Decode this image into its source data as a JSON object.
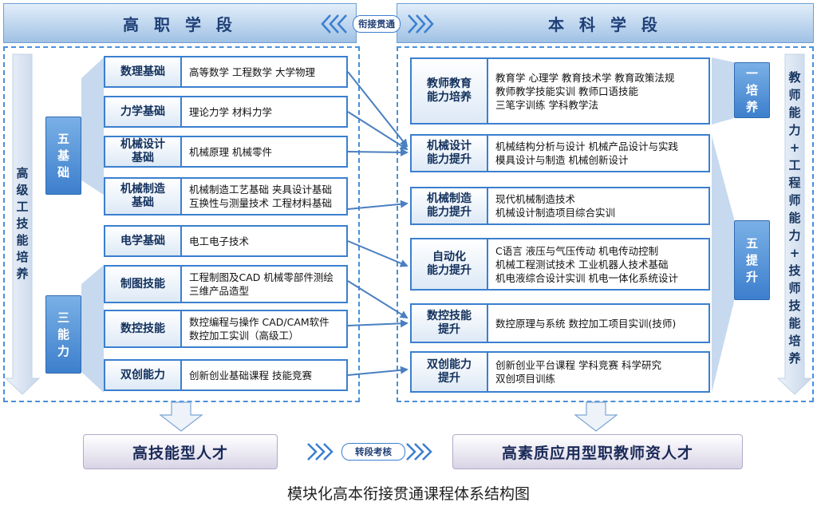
{
  "headers": {
    "left": "高 职 学 段",
    "right": "本 科 学 段",
    "connector": "衔接贯通"
  },
  "left_side_label": [
    "高",
    "级",
    "工",
    "技",
    "能",
    "培",
    "养"
  ],
  "right_side_label": [
    "教",
    "师",
    "能",
    "力",
    "+",
    "工",
    "程",
    "师",
    "能",
    "力",
    "+",
    "技",
    "师",
    "技",
    "能",
    "培",
    "养"
  ],
  "left_groups": [
    {
      "label": [
        "五",
        "基",
        "础"
      ]
    },
    {
      "label": [
        "三",
        "能",
        "力"
      ]
    }
  ],
  "right_groups": [
    {
      "label": [
        "一",
        "培",
        "养"
      ]
    },
    {
      "label": [
        "五",
        "提",
        "升"
      ]
    }
  ],
  "left_modules": [
    {
      "title": [
        "数理基础"
      ],
      "lines": [
        "高等数学 工程数学 大学物理"
      ]
    },
    {
      "title": [
        "力学基础"
      ],
      "lines": [
        "理论力学  材料力学"
      ]
    },
    {
      "title": [
        "机械设计",
        "基础"
      ],
      "lines": [
        "机械原理  机械零件"
      ]
    },
    {
      "title": [
        "机械制造",
        "基础"
      ],
      "lines": [
        "机械制造工艺基础  夹具设计基础",
        "互换性与测量技术  工程材料基础"
      ]
    },
    {
      "title": [
        "电学基础"
      ],
      "lines": [
        "电工电子技术"
      ]
    },
    {
      "title": [
        "制图技能"
      ],
      "lines": [
        "工程制图及CAD  机械零部件测绘",
        "三维产品造型"
      ]
    },
    {
      "title": [
        "数控技能"
      ],
      "lines": [
        "数控编程与操作  CAD/CAM软件",
        "数控加工实训（高级工）"
      ]
    },
    {
      "title": [
        "双创能力"
      ],
      "lines": [
        "创新创业基础课程  技能竞赛"
      ]
    }
  ],
  "right_modules": [
    {
      "title": [
        "教师教育",
        "能力培养"
      ],
      "lines": [
        "教育学  心理学  教育技术学  教育政策法规",
        "教师教学技能实训 教师口语技能",
        "三笔字训练  学科教学法"
      ]
    },
    {
      "title": [
        "机械设计",
        "能力提升"
      ],
      "lines": [
        "机械结构分析与设计  机械产品设计与实践",
        "模具设计与制造  机械创新设计"
      ]
    },
    {
      "title": [
        "机械制造",
        "能力提升"
      ],
      "lines": [
        "现代机械制造技术",
        "机械设计制造项目综合实训"
      ]
    },
    {
      "title": [
        "自动化",
        "能力提升"
      ],
      "lines": [
        "C语言  液压与气压传动  机电传动控制",
        "机械工程测试技术  工业机器人技术基础",
        "机电液综合设计实训  机电一体化系统设计"
      ]
    },
    {
      "title": [
        "数控技能",
        "提升"
      ],
      "lines": [
        "数控原理与系统  数控加工项目实训(技师)"
      ]
    },
    {
      "title": [
        "双创能力",
        "提升"
      ],
      "lines": [
        "创新创业平台课程  学科竞赛  科学研究",
        "双创项目训练"
      ]
    }
  ],
  "outcomes": {
    "left": "高技能型人才",
    "right": "高素质应用型职教师资人才",
    "transition": "转段考核"
  },
  "caption": "模块化高本衔接贯通课程体系结构图",
  "colors": {
    "accent": "#3b7fcf",
    "header_text": "#1f3f77",
    "arrow": "#4a7fc0"
  }
}
